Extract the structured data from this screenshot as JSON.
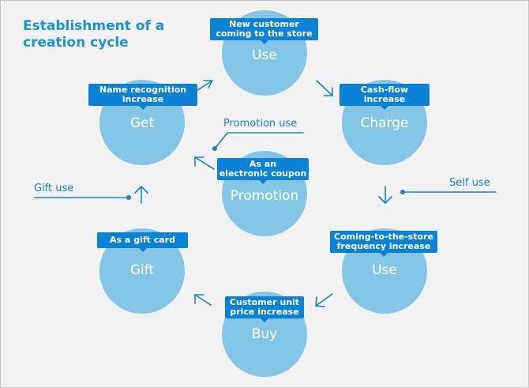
{
  "title_lines": [
    "Establishment of a",
    "creation cycle"
  ],
  "nodes": {
    "use_top": {
      "name": "Use",
      "tag": [
        "New customer",
        "coming to the store"
      ]
    },
    "charge": {
      "name": "Charge",
      "tag": [
        "Cash-flow",
        "increase"
      ]
    },
    "use_right": {
      "name": "Use",
      "tag": [
        "Coming-to-the-store",
        "frequency increase"
      ]
    },
    "buy": {
      "name": "Buy",
      "tag": [
        "Customer unit",
        "price increase"
      ]
    },
    "gift": {
      "name": "Gift",
      "tag": [
        "As a gift card"
      ]
    },
    "get": {
      "name": "Get",
      "tag": [
        "Name recognition",
        "increase"
      ]
    },
    "promotion": {
      "name": "Promotion",
      "tag": [
        "As an",
        "electronic coupon"
      ]
    }
  },
  "side_labels": {
    "promotion_use": "Promotion use",
    "self_use": "Self use",
    "gift_use": "Gift use"
  },
  "colors": {
    "circle": "#85c5e6",
    "tag": "#0c82d7",
    "arrow": "#1b82c8",
    "title": "#1b92d8",
    "background": "#f2f2f2"
  }
}
